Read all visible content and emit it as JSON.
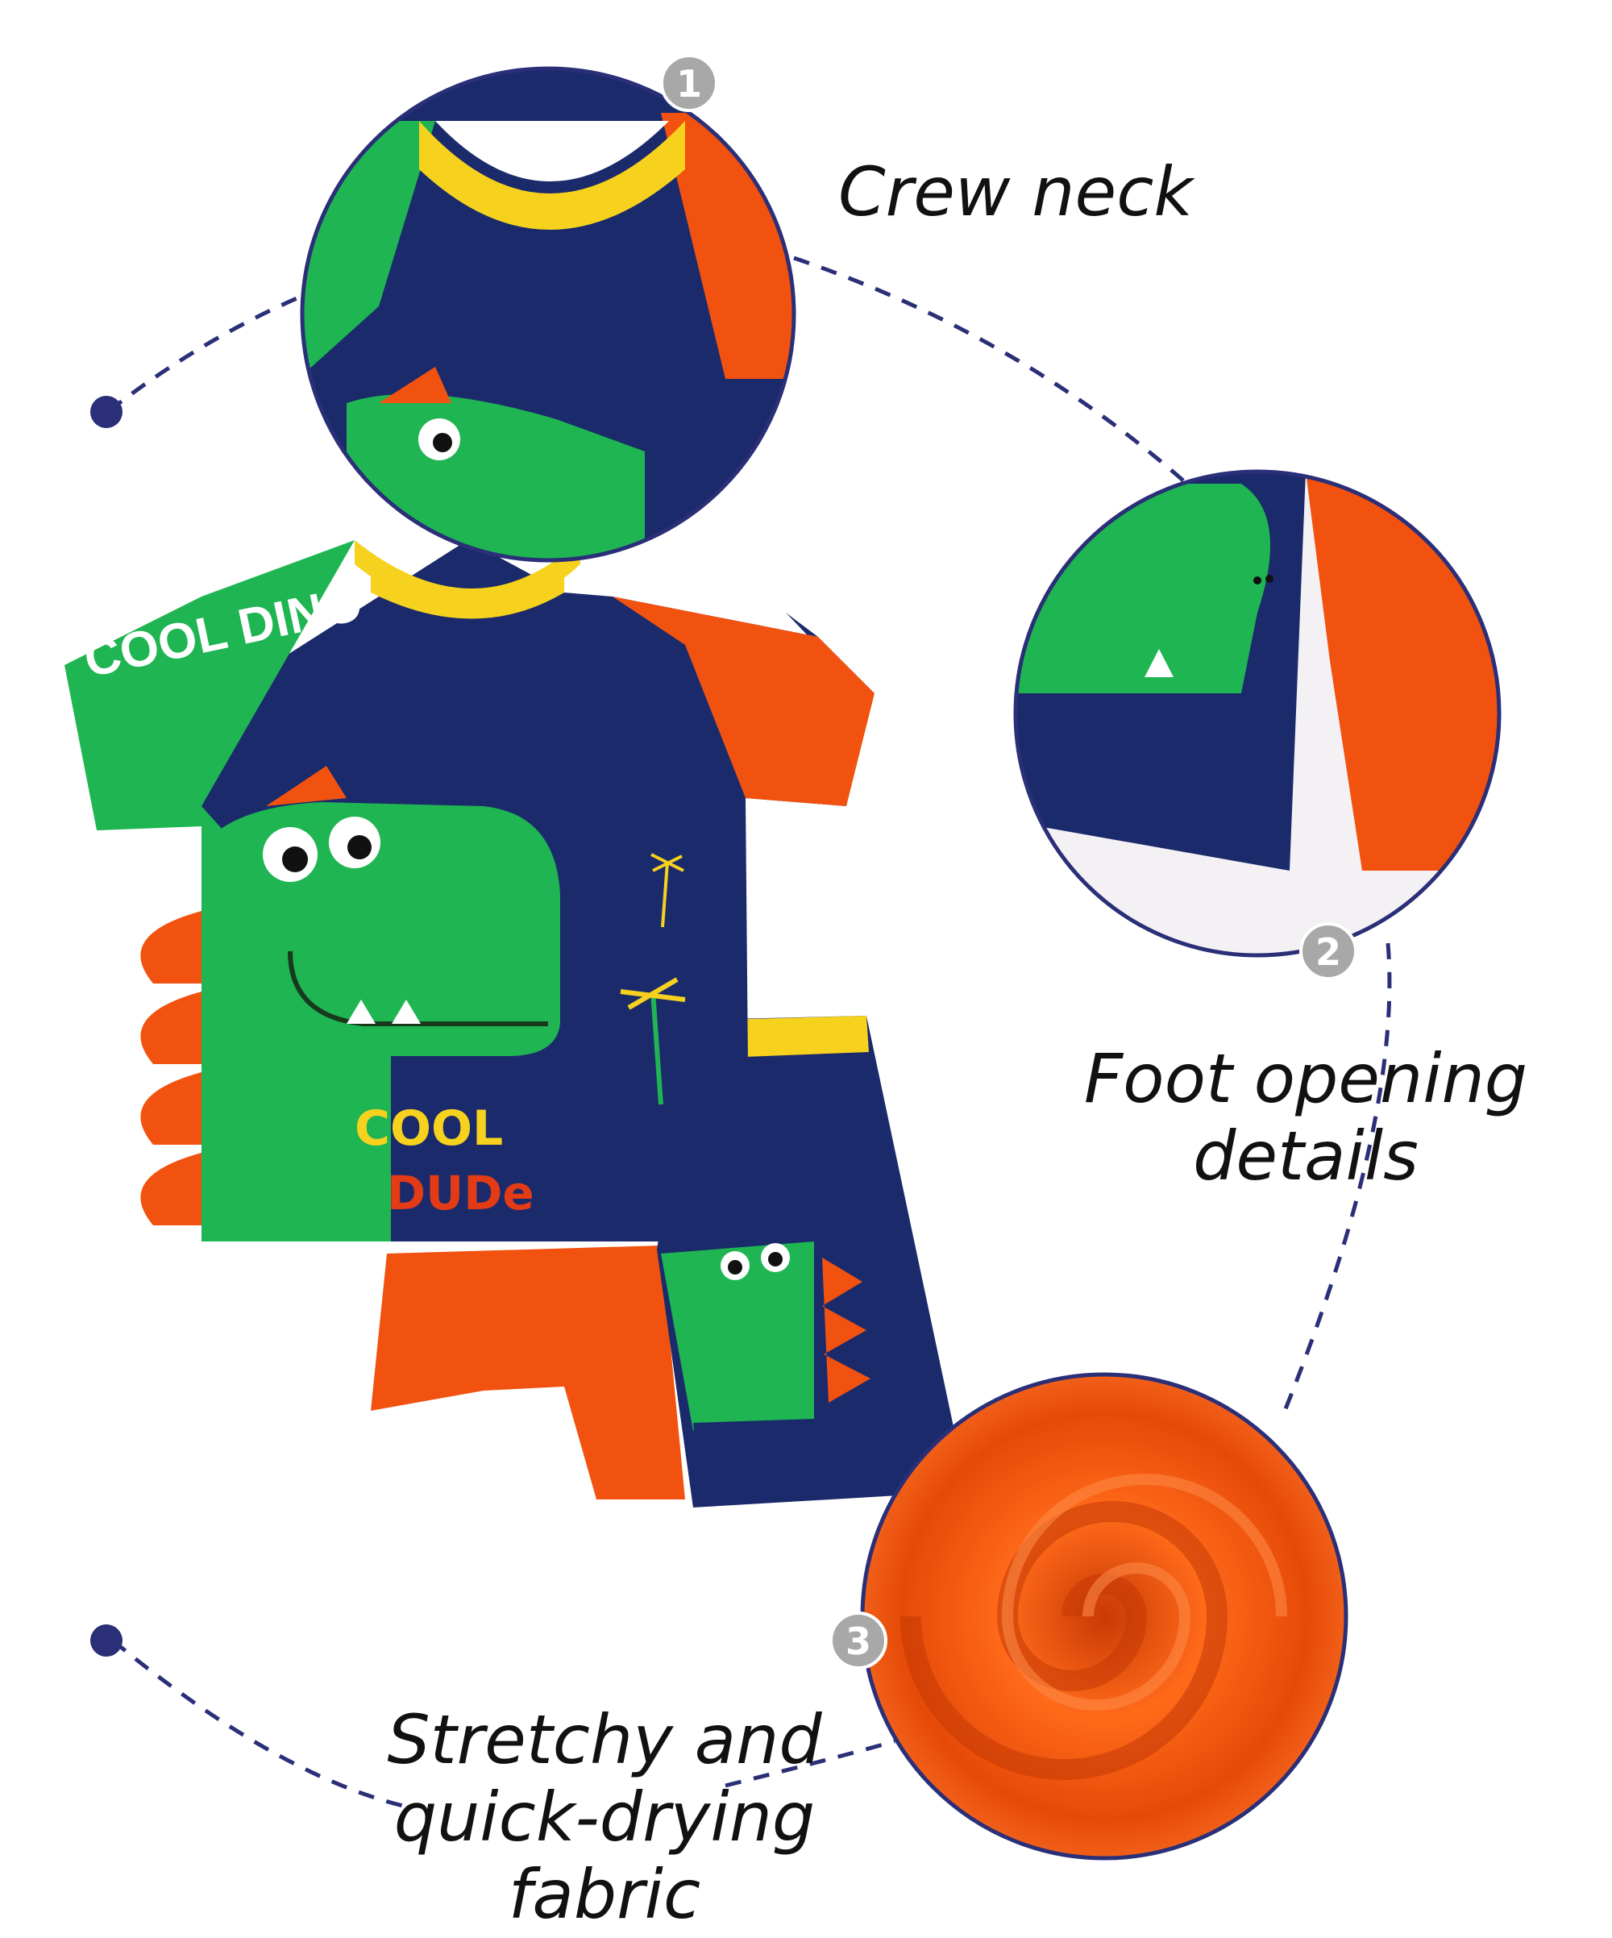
{
  "callouts": [
    {
      "number": "1",
      "label": "Crew neck"
    },
    {
      "number": "2",
      "label": "Foot opening\ndetails"
    },
    {
      "number": "3",
      "label": "Stretchy and\nquick-drying\nfabric"
    }
  ],
  "garment_prints": {
    "sleeve_text": "COOL DINO",
    "chest_line1": "COOL",
    "chest_line2": "DUDe"
  },
  "colors": {
    "navy": "#1b2a6b",
    "green": "#1fb552",
    "orange": "#f2520f",
    "yellow": "#f6d21e",
    "badge_gray": "#a8a8a8",
    "line": "#2a2f78"
  }
}
